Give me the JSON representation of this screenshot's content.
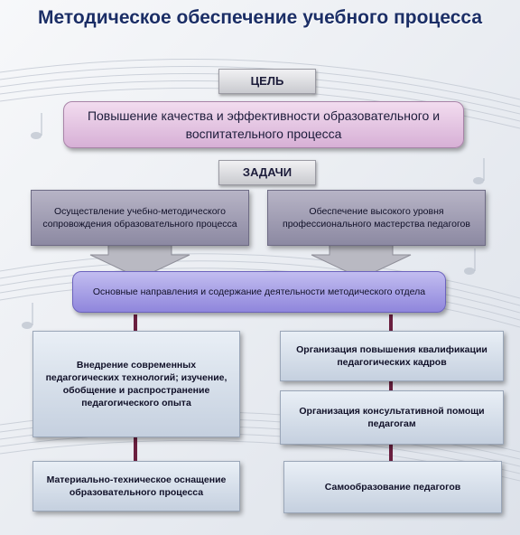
{
  "title": "Методическое обеспечение учебного процесса",
  "goal": {
    "label": "ЦЕЛЬ",
    "text": "Повышение качества и эффективности образовательного и воспитательного процесса"
  },
  "tasks": {
    "label": "ЗАДАЧИ",
    "items": [
      "Осуществление учебно-методического сопровождения образовательного процесса",
      "Обеспечение высокого уровня профессионального мастерства педагогов"
    ]
  },
  "directions": "Основные направления и содержание деятельности методического отдела",
  "areas": {
    "left": [
      "Внедрение современных педагогических технологий; изучение, обобщение и распространение педагогического опыта",
      "Материально-техническое оснащение образовательного процесса"
    ],
    "right": [
      "Организация повышения квалификации педагогических кадров",
      "Организация консультативной помощи педагогам",
      "Самообразование педагогов"
    ]
  },
  "colors": {
    "title": "#1b2e66",
    "connector": "#6a1f3f",
    "arrow": "#b9b9c2"
  }
}
